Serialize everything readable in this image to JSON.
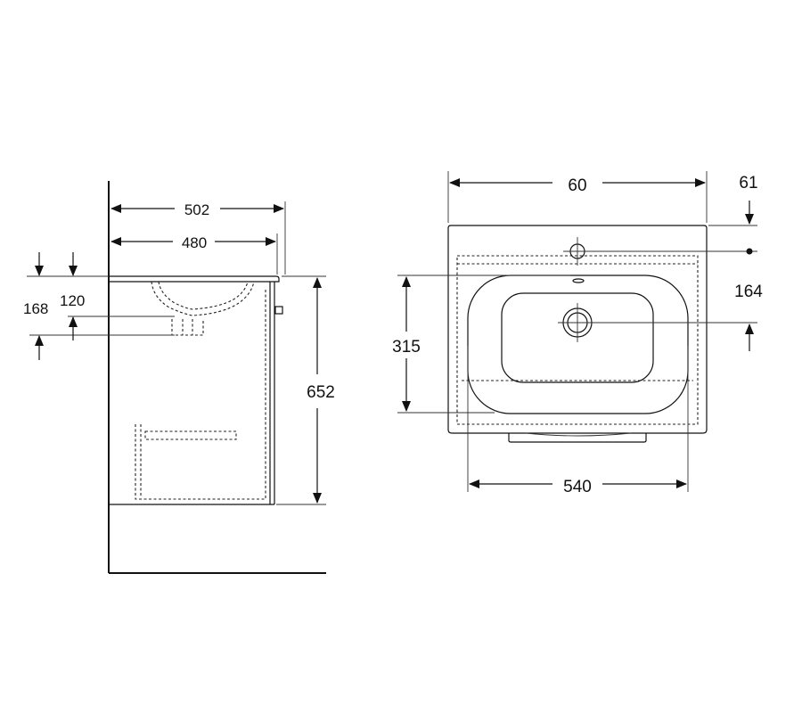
{
  "side_view": {
    "dim_top_overall": "502",
    "dim_top_inner": "480",
    "dim_left_outer": "168",
    "dim_left_inner": "120",
    "dim_height": "652"
  },
  "top_view": {
    "dim_width": "60",
    "dim_right_offset": "61",
    "dim_tap_offset": "164",
    "dim_depth": "315",
    "dim_bottom_width": "540"
  }
}
